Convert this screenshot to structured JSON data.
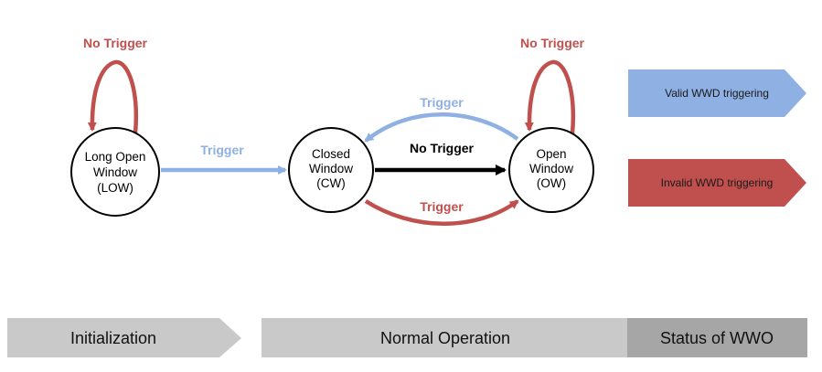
{
  "colors": {
    "valid": "#8EB0E3",
    "invalid": "#C0504D",
    "normal": "#000000",
    "phase_light": "#C9C9C9",
    "phase_dark": "#A6A6A6"
  },
  "states": [
    {
      "id": "low",
      "lines": [
        "Long Open",
        "Window",
        "(LOW)"
      ]
    },
    {
      "id": "cw",
      "lines": [
        "Closed",
        "Window",
        "(CW)"
      ]
    },
    {
      "id": "ow",
      "lines": [
        "Open",
        "Window",
        "(OW)"
      ]
    }
  ],
  "transitions": {
    "low_self": "No Trigger",
    "low_to_cw": "Trigger",
    "ow_to_cw": "Trigger",
    "cw_to_ow_normal": "No Trigger",
    "cw_to_ow_invalid": "Trigger",
    "ow_self": "No Trigger"
  },
  "legend": {
    "valid": "Valid WWD triggering",
    "invalid": "Invalid WWD triggering"
  },
  "phases": {
    "initialization": "Initialization",
    "normal_operation": "Normal Operation",
    "status": "Status of WWO"
  }
}
